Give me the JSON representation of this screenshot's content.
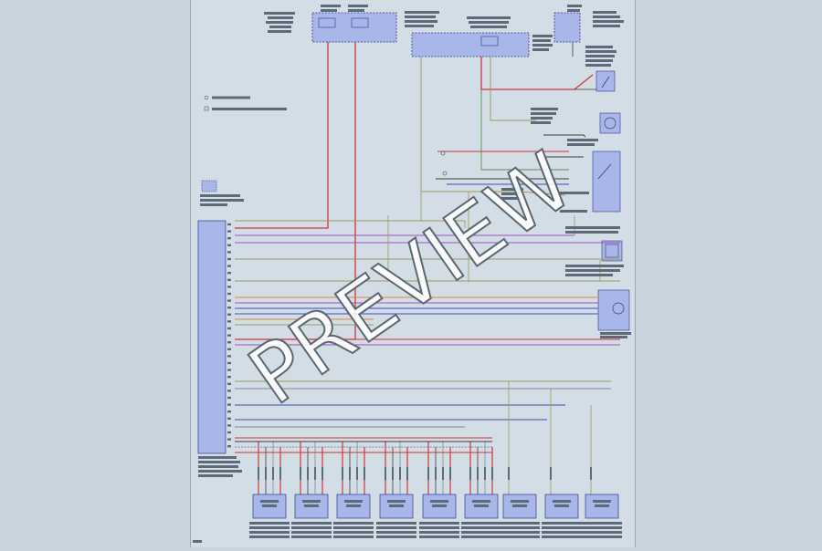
{
  "watermark": "PREVIEW",
  "colors": {
    "background": "#c9d3dc",
    "sheet": "#d3dde6",
    "module_fill": "#a9b6ea",
    "module_border": "#2d3a8a",
    "wire_red": "#d2343a",
    "wire_blue": "#3b4fbf",
    "wire_olive": "#9d9a55",
    "wire_violet": "#a14fbf",
    "wire_orange": "#e0873a",
    "wire_gray": "#808a94",
    "wire_black": "#3a3a3a",
    "wire_green": "#5a8a5a"
  },
  "icons": [
    "motor-symbol",
    "sensor-symbol",
    "ground-symbol"
  ]
}
